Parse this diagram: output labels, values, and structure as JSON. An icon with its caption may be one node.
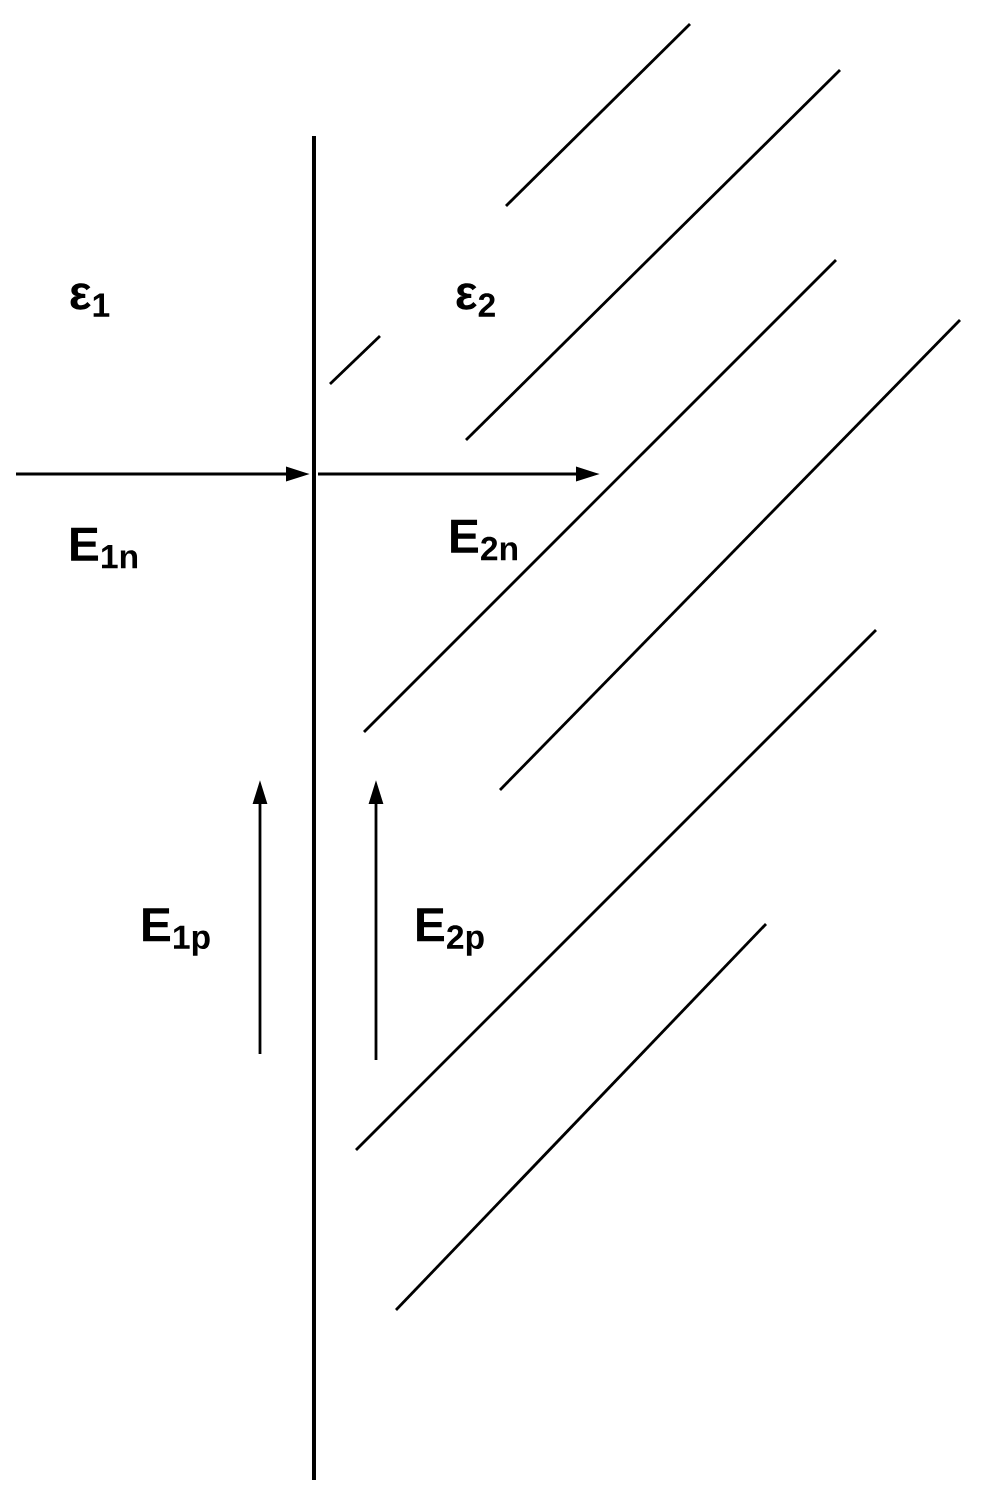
{
  "diagram": {
    "labels": [
      "ε$_{1}$",
      "ε$_{2}$",
      "E$_{1n}$",
      "E$_{2n}$",
      "E$_{1p}$",
      "E$_{2p}$"
    ]
  }
}
